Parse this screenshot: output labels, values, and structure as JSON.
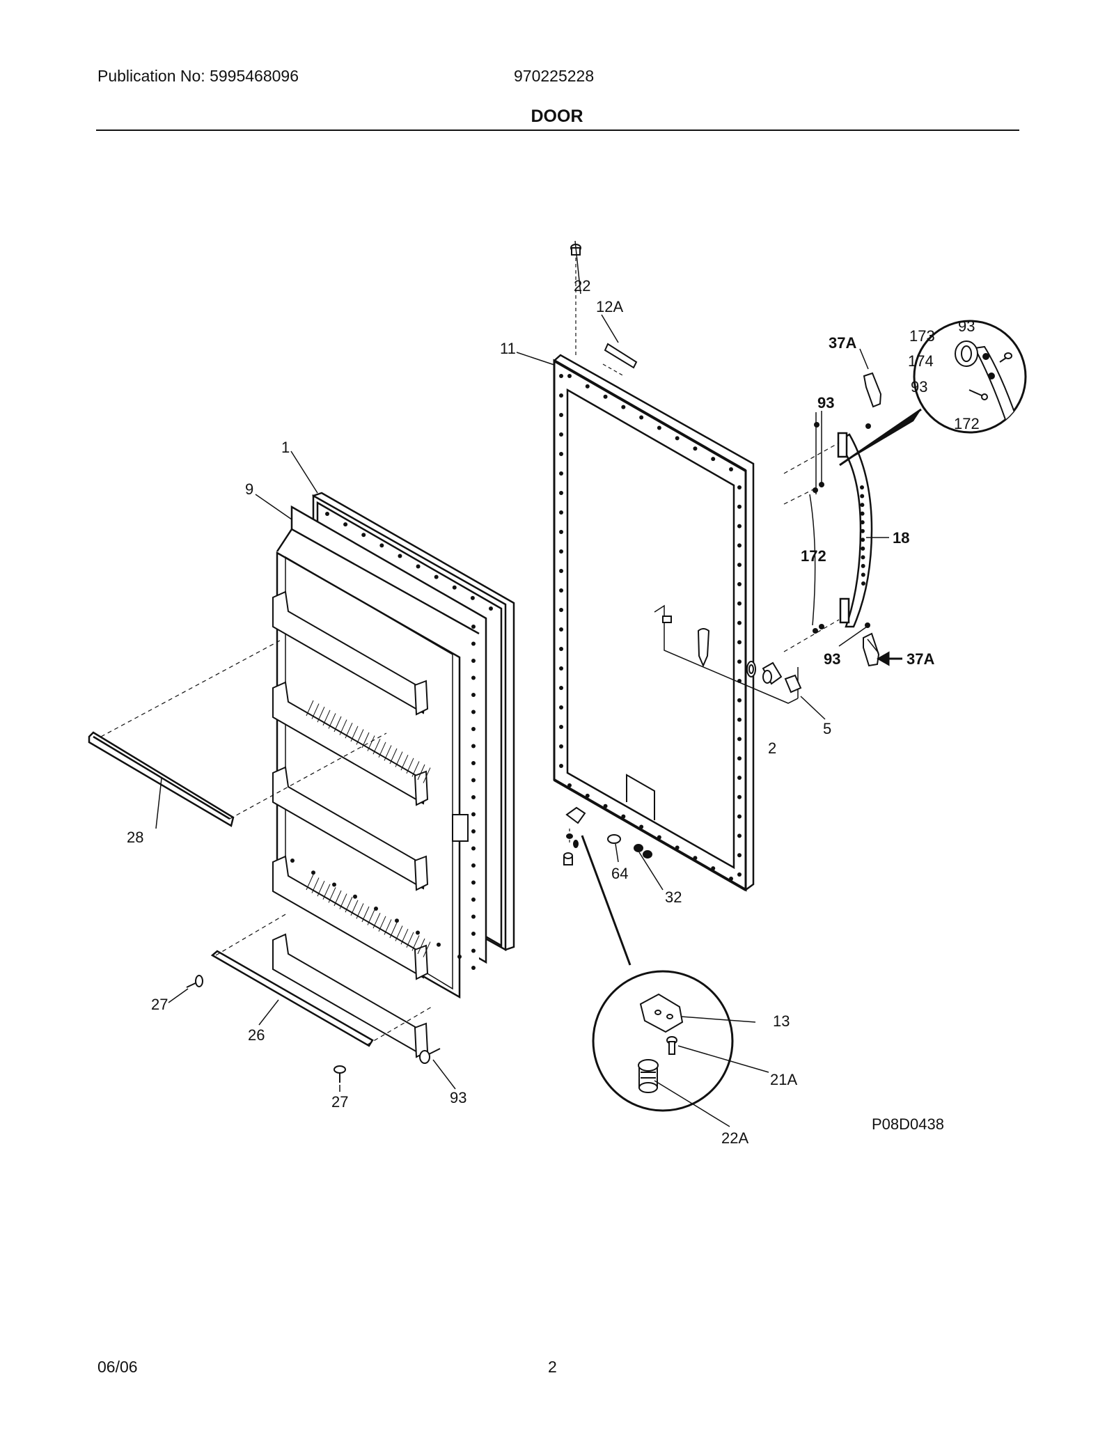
{
  "header": {
    "publication": "Publication No: 5995468096",
    "model": "970225228",
    "title": "DOOR"
  },
  "diagram": {
    "callouts": {
      "c1": "1",
      "c9": "9",
      "c11": "11",
      "c22": "22",
      "c12a": "12A",
      "c37a_top": "37A",
      "c37a_bot": "37A",
      "c173": "173",
      "c93_zoom1": "93",
      "c174": "174",
      "c93_zoom2": "93",
      "c172_zoom": "172",
      "c93_a": "93",
      "c18": "18",
      "c172": "172",
      "c93_b": "93",
      "c5": "5",
      "c2": "2",
      "c28": "28",
      "c64": "64",
      "c32": "32",
      "c27_a": "27",
      "c26": "26",
      "c27_b": "27",
      "c93_c": "93",
      "c13": "13",
      "c21a": "21A",
      "c22a": "22A"
    },
    "figure_code": "P08D0438"
  },
  "footer": {
    "date": "06/06",
    "page": "2"
  }
}
